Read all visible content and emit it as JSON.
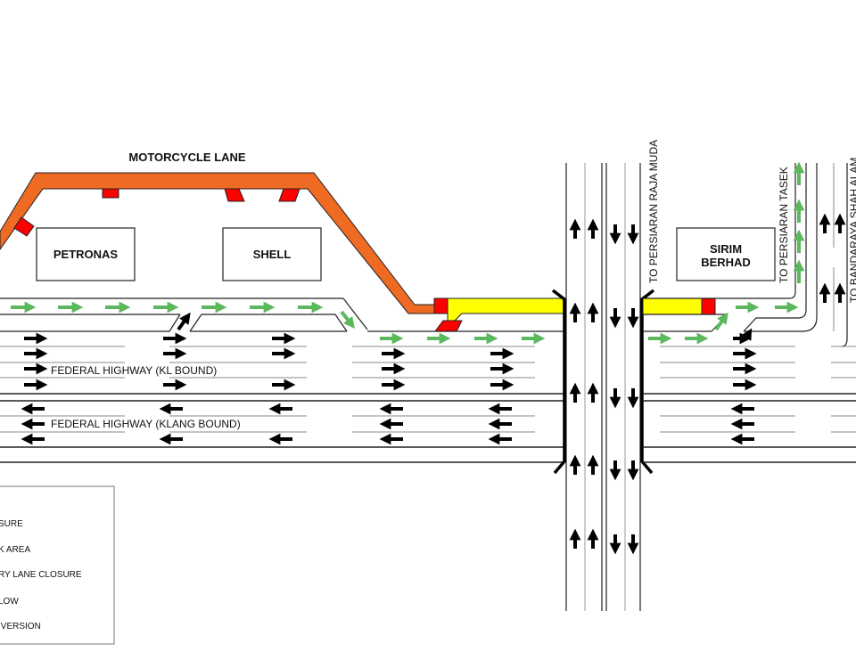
{
  "title": "MOTORCYCLE LANE",
  "buildings": {
    "petronas": "PETRONAS",
    "shell": "SHELL",
    "sirim_line1": "SIRIM",
    "sirim_line2": "BERHAD"
  },
  "roads": {
    "kl_bound": "FEDERAL HIGHWAY (KL BOUND)",
    "klang_bound": "FEDERAL HIGHWAY (KLANG BOUND)",
    "raja_muda": "TO PERSIARAN RAJA MUDA",
    "tasek": "TO PERSIARAN TASEK",
    "shah_alam": "TO BANDARAYA SHAH ALAM"
  },
  "legend": {
    "items": [
      "SURE",
      "K AREA",
      "RY LANE CLOSURE",
      "LOW",
      "IVERSION"
    ]
  },
  "colors": {
    "motorcycle_lane": "#ef6a22",
    "work_area": "#ff0000",
    "temporary_closure": "#ffff00",
    "diversion": "#5cb85c",
    "traffic": "#000000"
  }
}
